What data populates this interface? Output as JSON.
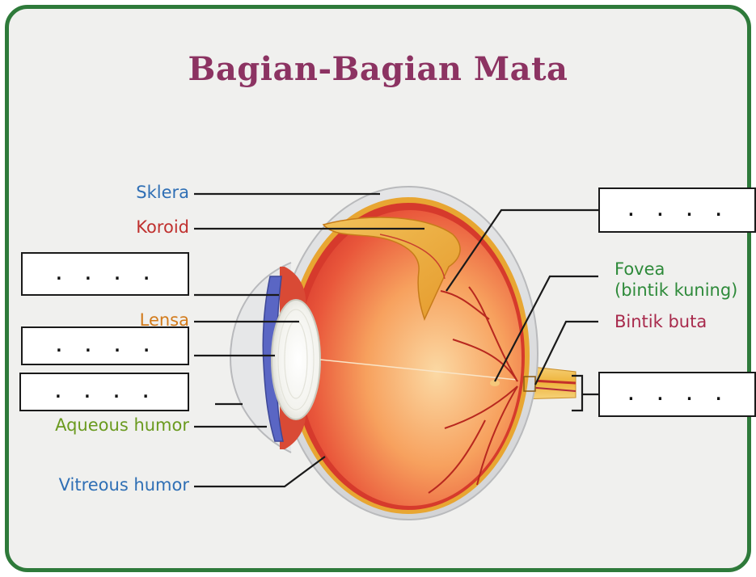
{
  "title": "Bagian-Bagian Mata",
  "labels": {
    "sklera": "Sklera",
    "koroid": "Koroid",
    "lensa": "Lensa",
    "aqueous_humor": "Aqueous humor",
    "vitreous_humor": "Vitreous humor",
    "fovea": "Fovea",
    "fovea_sub": "(bintik kuning)",
    "bintik_buta": "Bintik buta"
  },
  "blanks": {
    "top_right": ". . . .",
    "left_1": ". . . .",
    "left_2": ". . . .",
    "left_3": ". . . .",
    "bottom_right": ". . . ."
  },
  "colors": {
    "border": "#2e7a3a",
    "title": "#8c3362",
    "sklera": "#2f6fb5",
    "koroid": "#c0312f",
    "lensa": "#d27a1a",
    "aqueous_humor": "#6a9a1f",
    "vitreous_humor": "#2f6fb5",
    "fovea": "#2e8a3a",
    "bintik_buta": "#a82a4c"
  }
}
